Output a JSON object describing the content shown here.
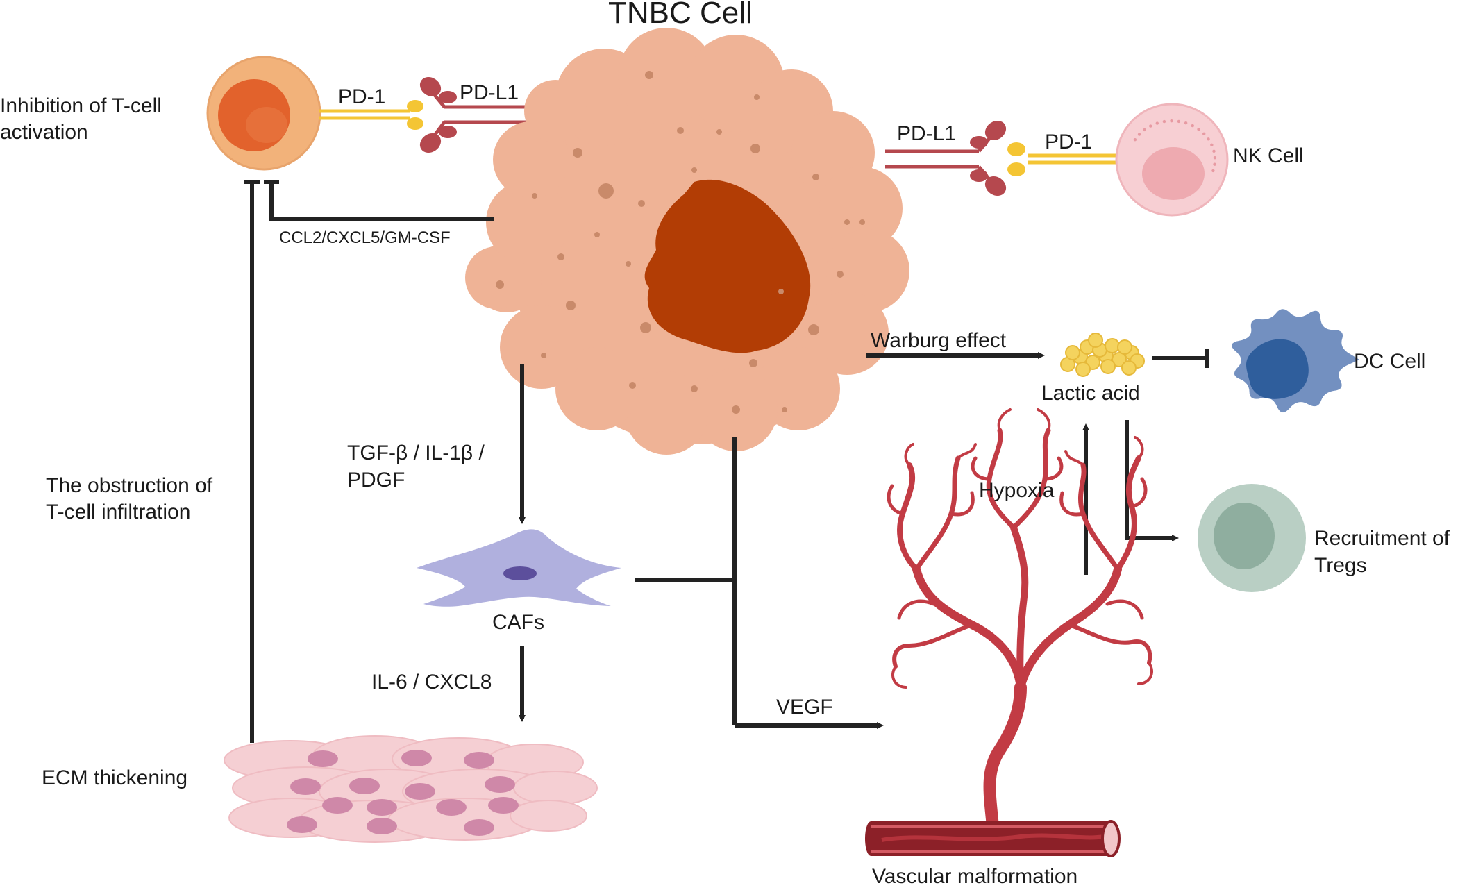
{
  "title": "TNBC Cell",
  "labels": {
    "inhibition_t_cell": [
      "Inhibition of T-cell",
      "activation"
    ],
    "pd1_left": "PD-1",
    "pdl1_left": "PD-L1",
    "pdl1_right": "PD-L1",
    "pd1_right": "PD-1",
    "nk_cell": "NK Cell",
    "ccl2": "CCL2/CXCL5/GM-CSF",
    "warburg": "Warburg effect",
    "lactic_acid": "Lactic acid",
    "dc_cell": "DC Cell",
    "tgf": [
      "TGF-β / IL-1β /",
      "PDGF"
    ],
    "obstruction": [
      "The obstruction of",
      "T-cell infiltration"
    ],
    "hypoxia": "Hypoxia",
    "tregs": [
      "Recruitment of",
      "Tregs"
    ],
    "cafs": "CAFs",
    "il6": "IL-6 / CXCL8",
    "vegf": "VEGF",
    "ecm": "ECM thickening",
    "vascular": "Vascular malformation"
  },
  "colors": {
    "t_cell_outer": "#f2b27a",
    "t_cell_inner": "#e2622c",
    "tumor_body": "#efb396",
    "tumor_nucleus": "#b23d05",
    "tumor_dots": "#c98a6a",
    "receptor_pd1": "#f4c534",
    "ligand_pdl1": "#b5484e",
    "nk_outer": "#f7cfd3",
    "nk_inner": "#eeaab0",
    "dc_outer": "#7390c0",
    "dc_inner": "#2f5e9c",
    "treg_outer": "#b9cfc4",
    "treg_inner": "#8fae9f",
    "caf_body": "#b0b0de",
    "caf_nucleus": "#5c4f9c",
    "ecm_body": "#f5cfd3",
    "ecm_nucleus": "#cf88a8",
    "vessel": "#c23b44",
    "arrow": "#222222"
  }
}
